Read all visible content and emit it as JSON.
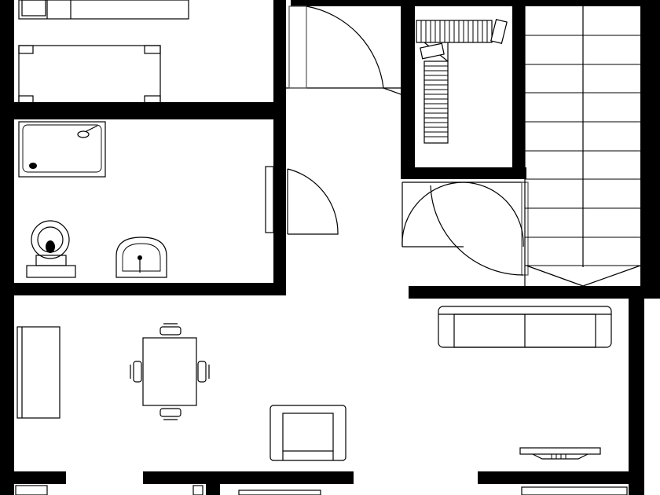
{
  "plan": {
    "rooms": [
      "bedroom",
      "bathroom",
      "entry-hall",
      "closet",
      "stairwell",
      "living-dining"
    ],
    "fixtures": [
      "bed",
      "nightstand",
      "desk",
      "shower-tray",
      "toilet",
      "washbasin",
      "clothes-rack",
      "staircase",
      "sofa",
      "dining-table",
      "armchair",
      "sideboard",
      "tv-stand"
    ],
    "doors": [
      "bathroom-door",
      "entry-door",
      "closet-double-door"
    ],
    "colors": {
      "wall": "#000000",
      "fixture_line": "#000000",
      "background": "#ffffff"
    }
  }
}
